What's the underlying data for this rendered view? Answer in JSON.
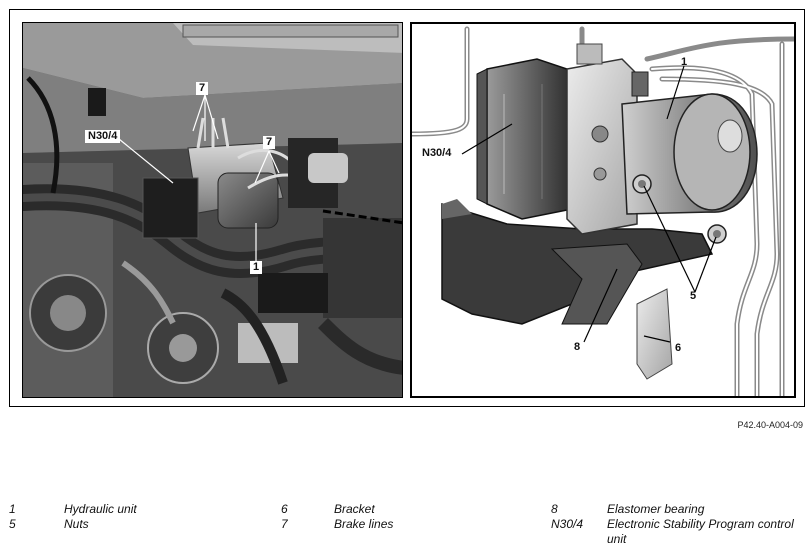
{
  "callouts_left": {
    "label_7_top": "7",
    "label_n30_4": "N30/4",
    "label_7_mid": "7",
    "label_1": "1"
  },
  "callouts_right": {
    "label_1": "1",
    "label_n30_4": "N30/4",
    "label_5": "5",
    "label_8": "8",
    "label_6": "6"
  },
  "figure_ref": "P42.40-A004-09",
  "legend": [
    {
      "num": "1",
      "text": "Hydraulic unit"
    },
    {
      "num": "5",
      "text": "Nuts"
    },
    {
      "num": "6",
      "text": "Bracket"
    },
    {
      "num": "7",
      "text": "Brake lines"
    },
    {
      "num": "8",
      "text": "Elastomer bearing"
    },
    {
      "num": "N30/4",
      "text": "Electronic Stability Program control",
      "text_line2": "unit"
    }
  ]
}
